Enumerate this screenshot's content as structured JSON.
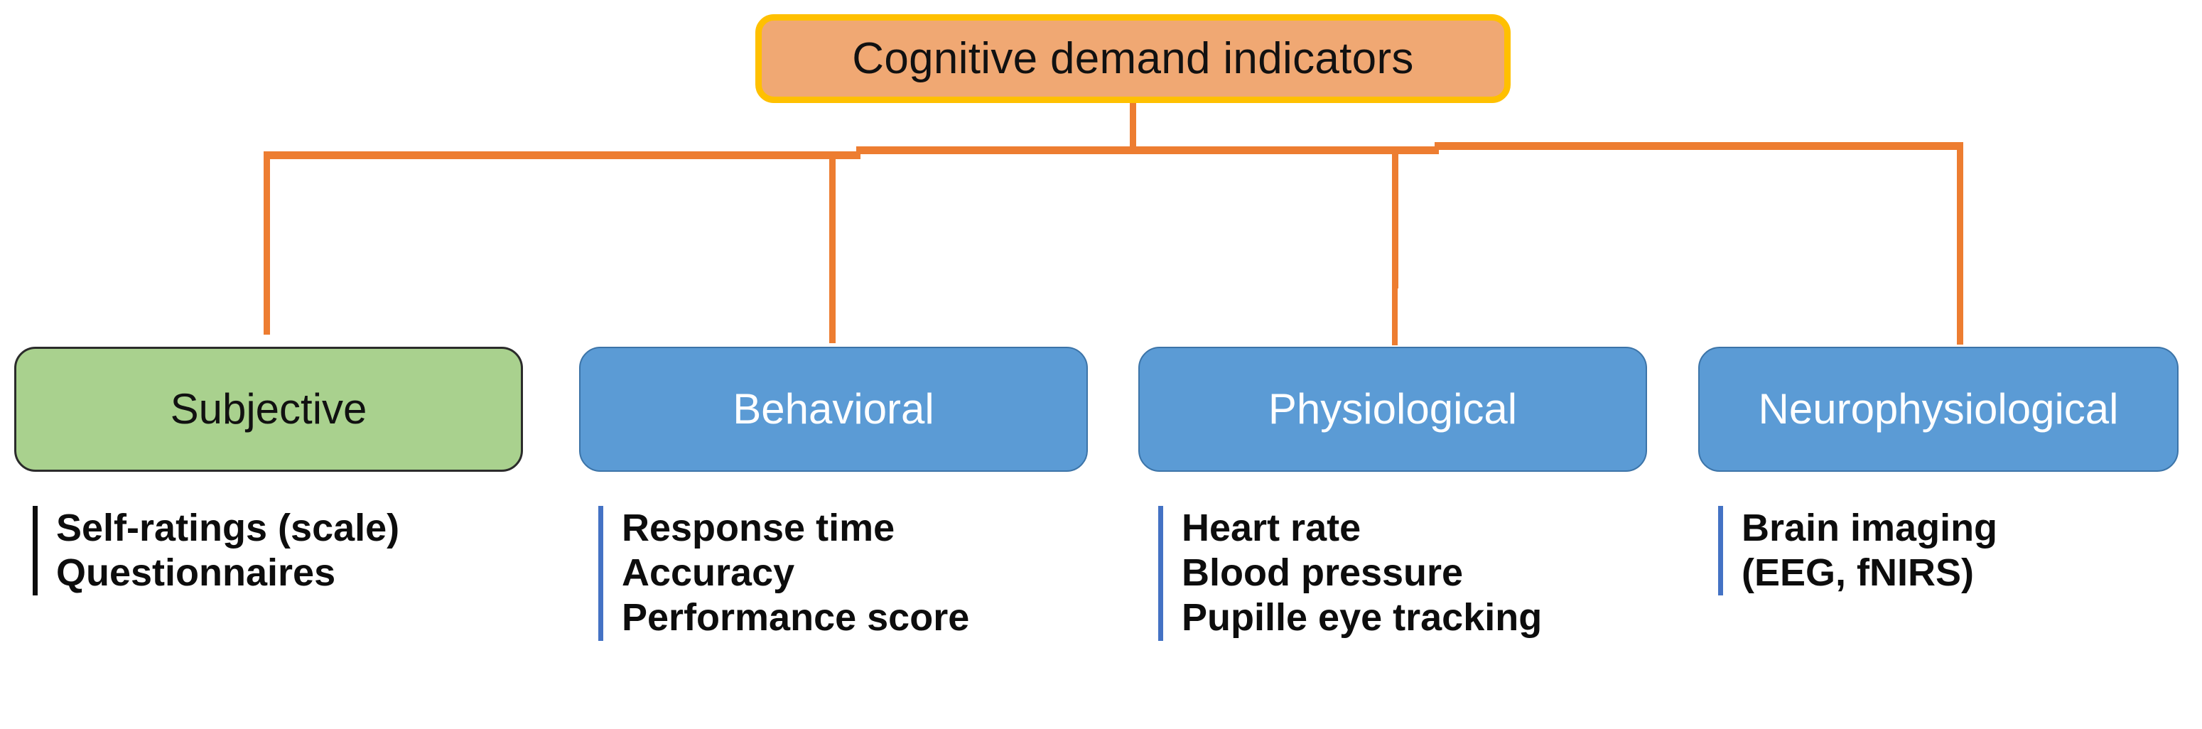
{
  "diagram": {
    "type": "tree",
    "title": "Cognitive demand indicators",
    "root": {
      "label": "Cognitive demand indicators",
      "fill_color": "#F0A873",
      "border_color": "#FFC000",
      "text_color": "#111111"
    },
    "connector_color": "#ED7D31",
    "branches": [
      {
        "label": "Subjective",
        "fill_color": "#A9D18E",
        "border_color": "#2B2B2B",
        "text_color": "#111111",
        "list_rule_color": "#0D0D0D",
        "items": [
          "Self-ratings (scale)",
          "Questionnaires"
        ]
      },
      {
        "label": "Behavioral",
        "fill_color": "#5B9BD5",
        "border_color": "#3C74A8",
        "text_color": "#FFFFFF",
        "list_rule_color": "#4472C4",
        "items": [
          "Response time",
          "Accuracy",
          "Performance score"
        ]
      },
      {
        "label": "Physiological",
        "fill_color": "#5B9BD5",
        "border_color": "#3C74A8",
        "text_color": "#FFFFFF",
        "list_rule_color": "#4472C4",
        "items": [
          "Heart rate",
          "Blood pressure",
          "Pupille eye tracking"
        ]
      },
      {
        "label": "Neurophysiological",
        "fill_color": "#5B9BD5",
        "border_color": "#3C74A8",
        "text_color": "#FFFFFF",
        "list_rule_color": "#4472C4",
        "items": [
          "Brain imaging",
          "(EEG, fNIRS)"
        ]
      }
    ]
  }
}
